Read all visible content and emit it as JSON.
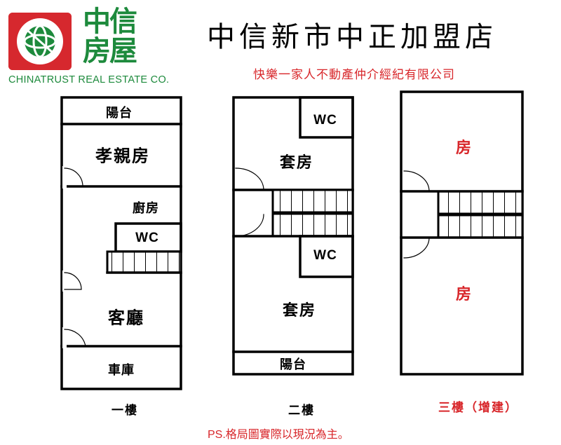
{
  "brand": {
    "name_cn": "中信房屋",
    "name_cn_line1": "中信",
    "name_cn_line2": "房屋",
    "name_en": "CHINATRUST REAL ESTATE CO.",
    "logo_color": "#d6282e",
    "brand_color": "#1d8a3c"
  },
  "header": {
    "title": "中信新市中正加盟店",
    "subtitle": "快樂一家人不動產仲介經紀有限公司"
  },
  "floors": [
    {
      "id": "floor-1",
      "label": "一樓",
      "rooms": [
        "陽台",
        "孝親房",
        "廚房",
        "WC",
        "客廳",
        "車庫"
      ]
    },
    {
      "id": "floor-2",
      "label": "二樓",
      "rooms": [
        "WC",
        "套房",
        "WC",
        "套房",
        "陽台"
      ]
    },
    {
      "id": "floor-3",
      "label": "三樓（增建）",
      "rooms": [
        "房",
        "房"
      ]
    }
  ],
  "note": {
    "prefix": "PS.",
    "text": "格局圖實際以現況為主。"
  },
  "colors": {
    "accent_red": "#d8262a",
    "wall": "#000000"
  }
}
